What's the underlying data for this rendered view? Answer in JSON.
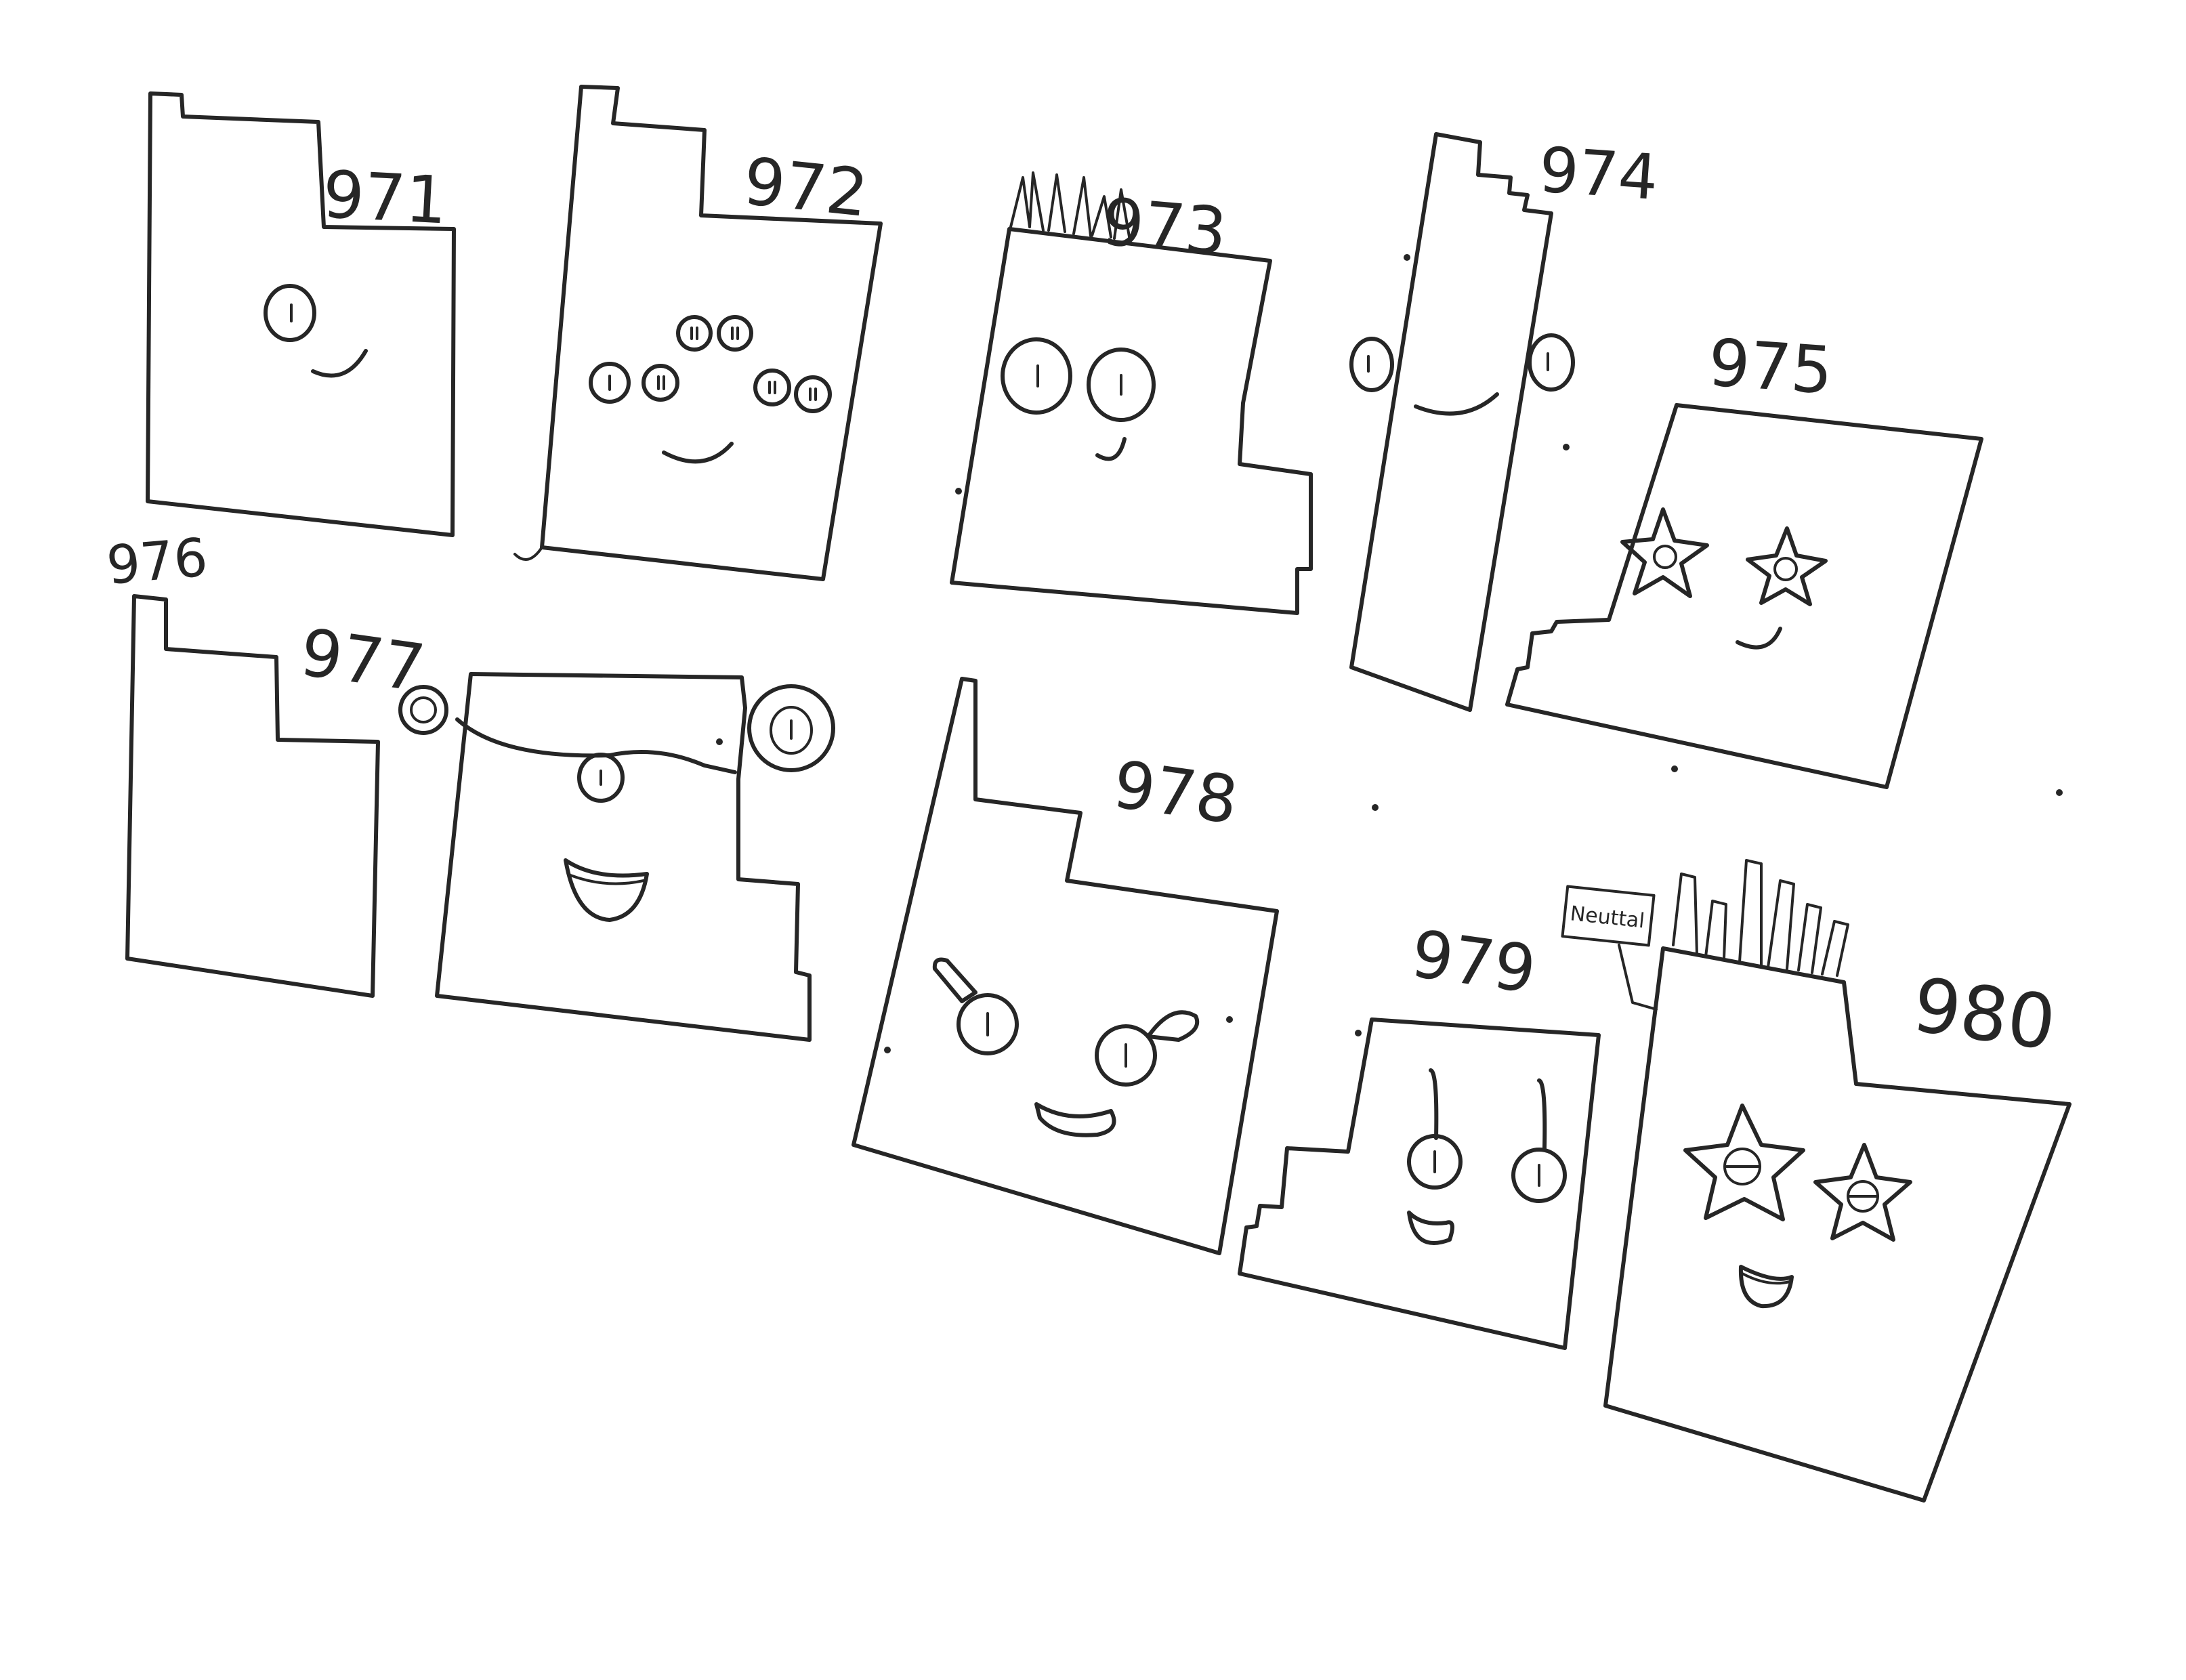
{
  "drawings": [
    {
      "number": "971"
    },
    {
      "number": "972"
    },
    {
      "number": "973"
    },
    {
      "number": "974"
    },
    {
      "number": "975"
    },
    {
      "number": "976"
    },
    {
      "number": "977"
    },
    {
      "number": "978"
    },
    {
      "number": "979"
    },
    {
      "number": "980"
    }
  ],
  "tag_979": "Neuttal",
  "ink_color": "#262626",
  "paper_color": "#ffffff"
}
